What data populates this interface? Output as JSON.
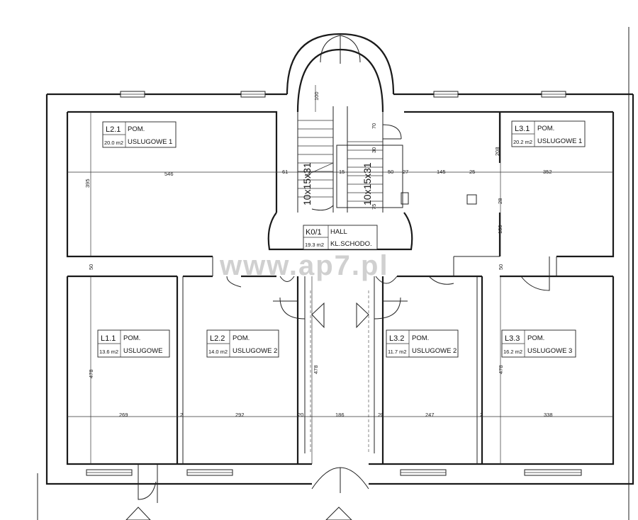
{
  "rooms": [
    {
      "code": "L2.1",
      "name_1": "POM.",
      "name_2": "USLUGOWE 1",
      "area": "20.0 m2"
    },
    {
      "code": "L3.1",
      "name_1": "POM.",
      "name_2": "USLUGOWE 1",
      "area": "20.2 m2"
    },
    {
      "code": "K0/1",
      "name_1": "HALL",
      "name_2": "KL.SCHODO.",
      "area": "19.3 m2"
    },
    {
      "code": "L1.1",
      "name_1": "POM.",
      "name_2": "USLUGOWE",
      "area": "13.6 m2"
    },
    {
      "code": "L2.2",
      "name_1": "POM.",
      "name_2": "USLUGOWE 2",
      "area": "14.0 m2"
    },
    {
      "code": "L3.2",
      "name_1": "POM.",
      "name_2": "USLUGOWE 2",
      "area": "11.7 m2"
    },
    {
      "code": "L3.3",
      "name_1": "POM.",
      "name_2": "USLUGOWE 3",
      "area": "16.2 m2"
    }
  ],
  "dimensions": {
    "upper_row": [
      "546",
      "61",
      "15",
      "50",
      "27",
      "145",
      "25",
      "352"
    ],
    "upper_vertical": [
      "395",
      "208",
      "28",
      "130",
      "50",
      "50",
      "100",
      "70",
      "30",
      "75"
    ],
    "lower_row": [
      "2",
      "292",
      "20",
      "186",
      "20",
      "247",
      "2",
      "338"
    ],
    "lower_first": "269",
    "lower_vertical": [
      "478",
      "478",
      "478"
    ]
  },
  "stairs": {
    "left_label": "10x15x31",
    "right_label": "10x15x31"
  },
  "watermark": "www.ap7.pl"
}
